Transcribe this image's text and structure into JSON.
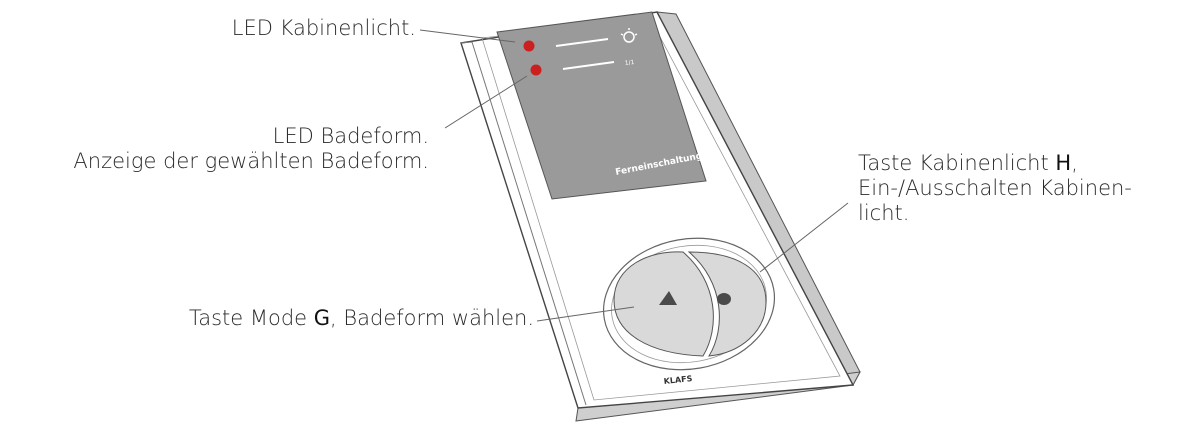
{
  "callouts": {
    "led_light": {
      "text": "LED Kabinenlicht."
    },
    "led_mode": {
      "line1": "LED Badeform.",
      "line2": "Anzeige der gewählten Badeform."
    },
    "key_light": {
      "line1_pre": "Taste Kabinenlicht ",
      "line1_key": "H",
      "line1_post": ",",
      "line2": "Ein-/Ausschalten Kabinen-",
      "line3": "licht."
    },
    "key_mode": {
      "pre": "Taste Mode ",
      "key": "G",
      "post": ", Badeform wählen."
    }
  },
  "device": {
    "display_label": "Ferneinschaltung",
    "row2_label": "1/1",
    "brand": "KLAFS"
  },
  "colors": {
    "led": "#cc1f1f",
    "display": "#9a9a9a",
    "button": "#d9d9d9",
    "frame": "#ffffff",
    "edge": "#c9c9c9",
    "stroke": "#555555"
  }
}
